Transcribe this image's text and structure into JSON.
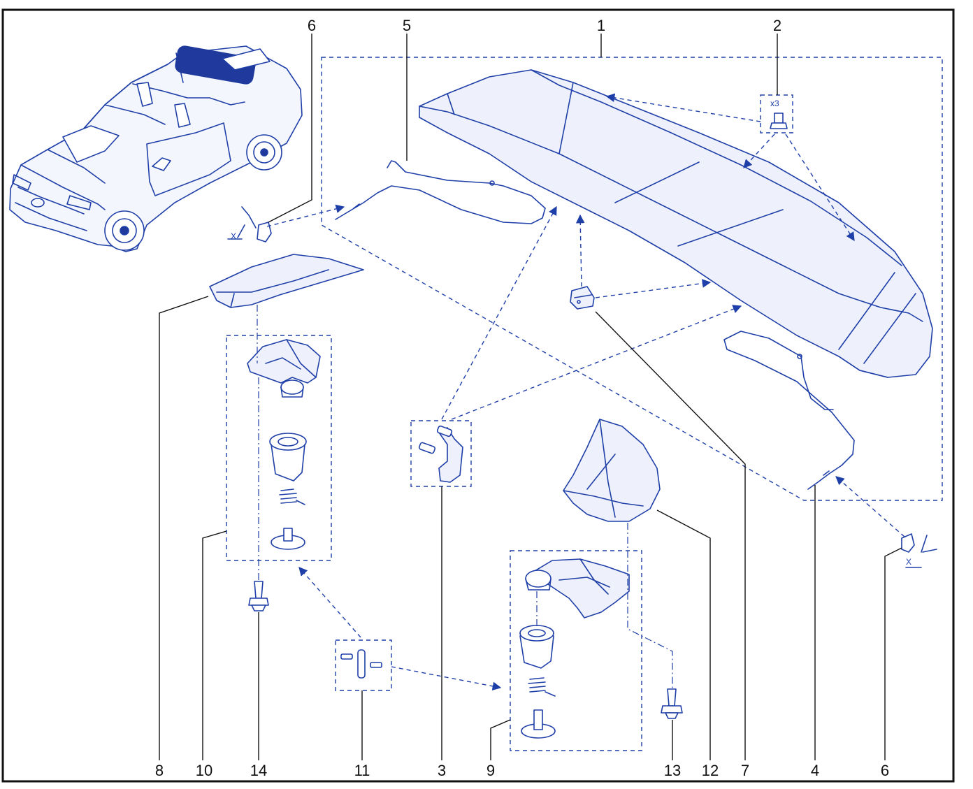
{
  "diagram": {
    "line_color": "#1f3fa8",
    "fill_color": "#eef1fb",
    "dark_fill": "#1f3a9c",
    "text_color": "#111111",
    "labels_top": [
      {
        "id": "6",
        "text": "6"
      },
      {
        "id": "5",
        "text": "5"
      },
      {
        "id": "1",
        "text": "1"
      },
      {
        "id": "2",
        "text": "2"
      }
    ],
    "labels_bottom": [
      {
        "id": "8",
        "text": "8"
      },
      {
        "id": "10",
        "text": "10"
      },
      {
        "id": "14",
        "text": "14"
      },
      {
        "id": "11",
        "text": "11"
      },
      {
        "id": "3",
        "text": "3"
      },
      {
        "id": "9",
        "text": "9"
      },
      {
        "id": "13",
        "text": "13"
      },
      {
        "id": "12",
        "text": "12"
      },
      {
        "id": "7",
        "text": "7"
      },
      {
        "id": "4",
        "text": "4"
      },
      {
        "id": "6b",
        "text": "6"
      }
    ],
    "qty_marker": "x3",
    "axis_marker_left": "X",
    "axis_marker_right": "X"
  }
}
